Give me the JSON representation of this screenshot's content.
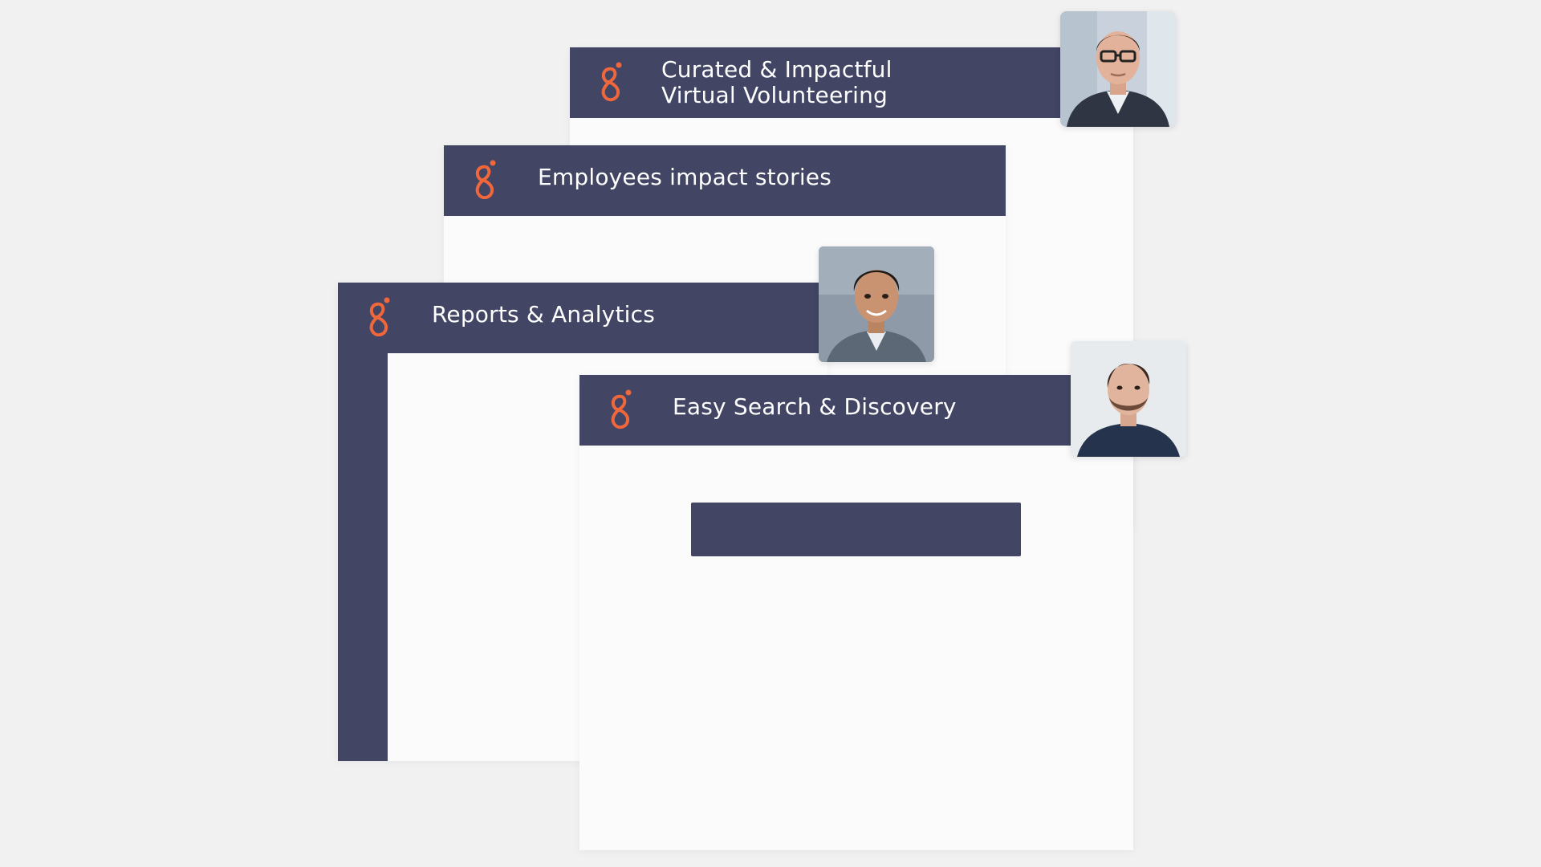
{
  "colors": {
    "background": "#f1f1f2",
    "card": "#fbfbfc",
    "header": "#424564",
    "accent": "#f0673c",
    "text_on_header": "#ffffff"
  },
  "cards": {
    "curated": {
      "title": "Curated & Impactful\nVirtual Volunteering",
      "logo_icon": "brand-logo-icon",
      "avatar": "man-with-glasses-avatar"
    },
    "stories": {
      "title": "Employees impact stories",
      "logo_icon": "brand-logo-icon"
    },
    "reports": {
      "title": "Reports & Analytics",
      "logo_icon": "brand-logo-icon",
      "avatar": "smiling-man-avatar"
    },
    "search": {
      "title": "Easy Search & Discovery",
      "logo_icon": "brand-logo-icon",
      "avatar": "bearded-man-avatar"
    }
  }
}
